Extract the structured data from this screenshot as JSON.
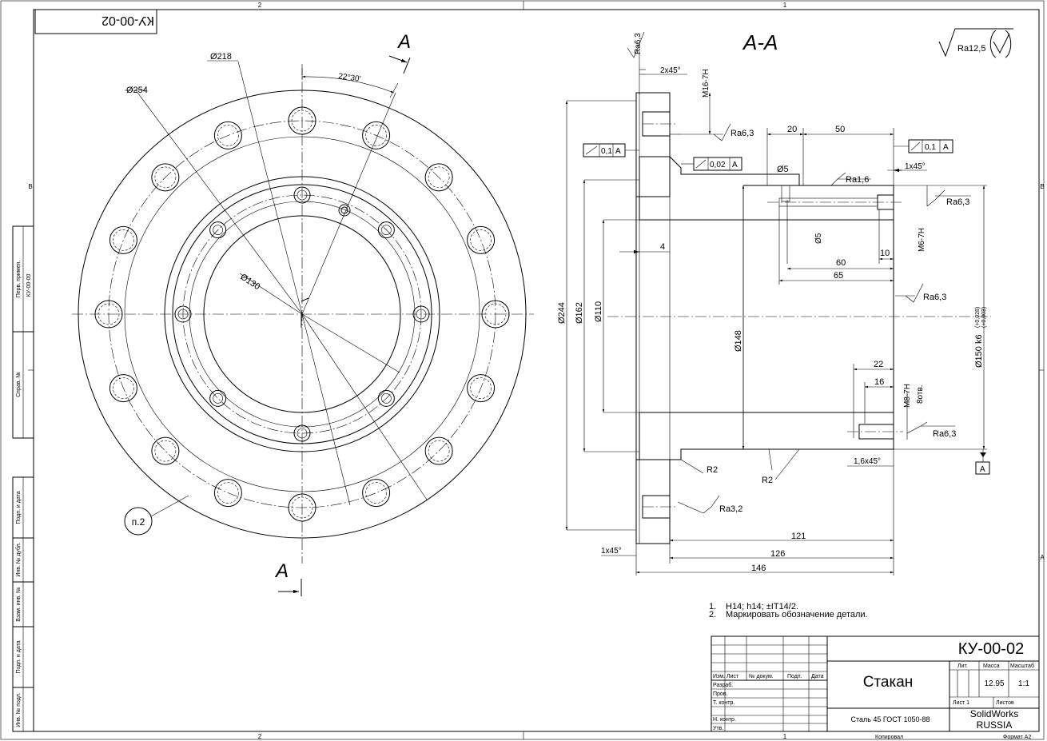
{
  "sheet": {
    "zones_top": [
      "2",
      "1"
    ],
    "zones_bottom": [
      "2",
      "1"
    ],
    "zones_side": [
      "B",
      "A"
    ],
    "corner_code": "КУ-00-02",
    "left_strip": {
      "perv_primen_label": "Перв. примен.",
      "perv_primen_value": "КУ-00-00",
      "sprav_label": "Справ. №",
      "podp_data_1": "Подп. и дата",
      "inv_dubl": "Инв. № дубл.",
      "vzam_inv": "Взам. инв. №",
      "podp_data_2": "Подп. и дата",
      "inv_podl": "Инв. № подл."
    }
  },
  "front_view": {
    "dia_218": "Ø218",
    "dia_254": "Ø254",
    "dia_130": "Ø130",
    "angle": "22°30'",
    "section_mark_top": "А",
    "section_mark_bottom": "А",
    "callout": "п.2"
  },
  "section_view": {
    "title": "А-А",
    "surface_general": "Ra12,5",
    "ra_top_face": "Ra6,3",
    "chamfer_2x45": "2x45°",
    "thread_m16": "M16-7H",
    "ra_thread": "Ra6,3",
    "dim_20": "20",
    "dim_50": "50",
    "tol_perp_left": "0,1",
    "tol_perp_left_datum": "A",
    "tol_flat": "0,02",
    "tol_flat_datum": "A",
    "dia_5_top": "Ø5",
    "ra_1_6": "Ra1,6",
    "tol_perp_right": "0,1",
    "tol_perp_right_datum": "A",
    "chamfer_1x45_top": "1x45°",
    "ra_right_hole": "Ra6,3",
    "dia_5_vert": "Ø5",
    "thread_m6": "M6-7H",
    "dim_4": "4",
    "dim_10": "10",
    "dim_60": "60",
    "dim_65": "65",
    "ra_bore": "Ra6,3",
    "dia_244": "Ø244",
    "dia_162": "Ø162",
    "dia_110": "Ø110",
    "dia_148": "Ø148",
    "dia_150": "Ø150 k6",
    "dia_150_tol_upper": "(+0,028)",
    "dia_150_tol_lower": "(+0,003)",
    "dim_22": "22",
    "dim_16": "16",
    "thread_m8": "M8-7H",
    "holes_8": "8отв.",
    "ra_m8": "Ra6,3",
    "r2_left": "R2",
    "r2_right": "R2",
    "chamfer_1_6x45": "1,6x45°",
    "datum_a": "A",
    "ra_3_2": "Ra3,2",
    "dim_121": "121",
    "dim_126": "126",
    "dim_146": "146",
    "chamfer_1x45_bottom": "1x45°"
  },
  "notes": [
    {
      "num": "1.",
      "text": "H14; h14;  ±IT14/2."
    },
    {
      "num": "2.",
      "text": "Маркировать обозначение детали."
    }
  ],
  "title_block": {
    "designation": "КУ-00-02",
    "part_name": "Стакан",
    "material": "Сталь 45 ГОСТ 1050-88",
    "col_izm": "Изм.",
    "col_list": "Лист",
    "col_doc": "№ докум.",
    "col_podp": "Подп.",
    "col_data": "Дата",
    "row_razrab": "Разраб.",
    "row_prov": "Пров.",
    "row_tkontr": "Т. контр.",
    "row_nkontr": "Н. контр.",
    "row_utv": "Утв.",
    "lit_label": "Лит.",
    "mass_label": "Масса",
    "scale_label": "Масштаб",
    "mass_value": "12.95",
    "scale_value": "1:1",
    "sheet_label": "Лист 1",
    "sheets_label": "Листов",
    "company_line1": "SolidWorks",
    "company_line2": "RUSSIA",
    "copied": "Копировал",
    "format": "Формат А2"
  }
}
